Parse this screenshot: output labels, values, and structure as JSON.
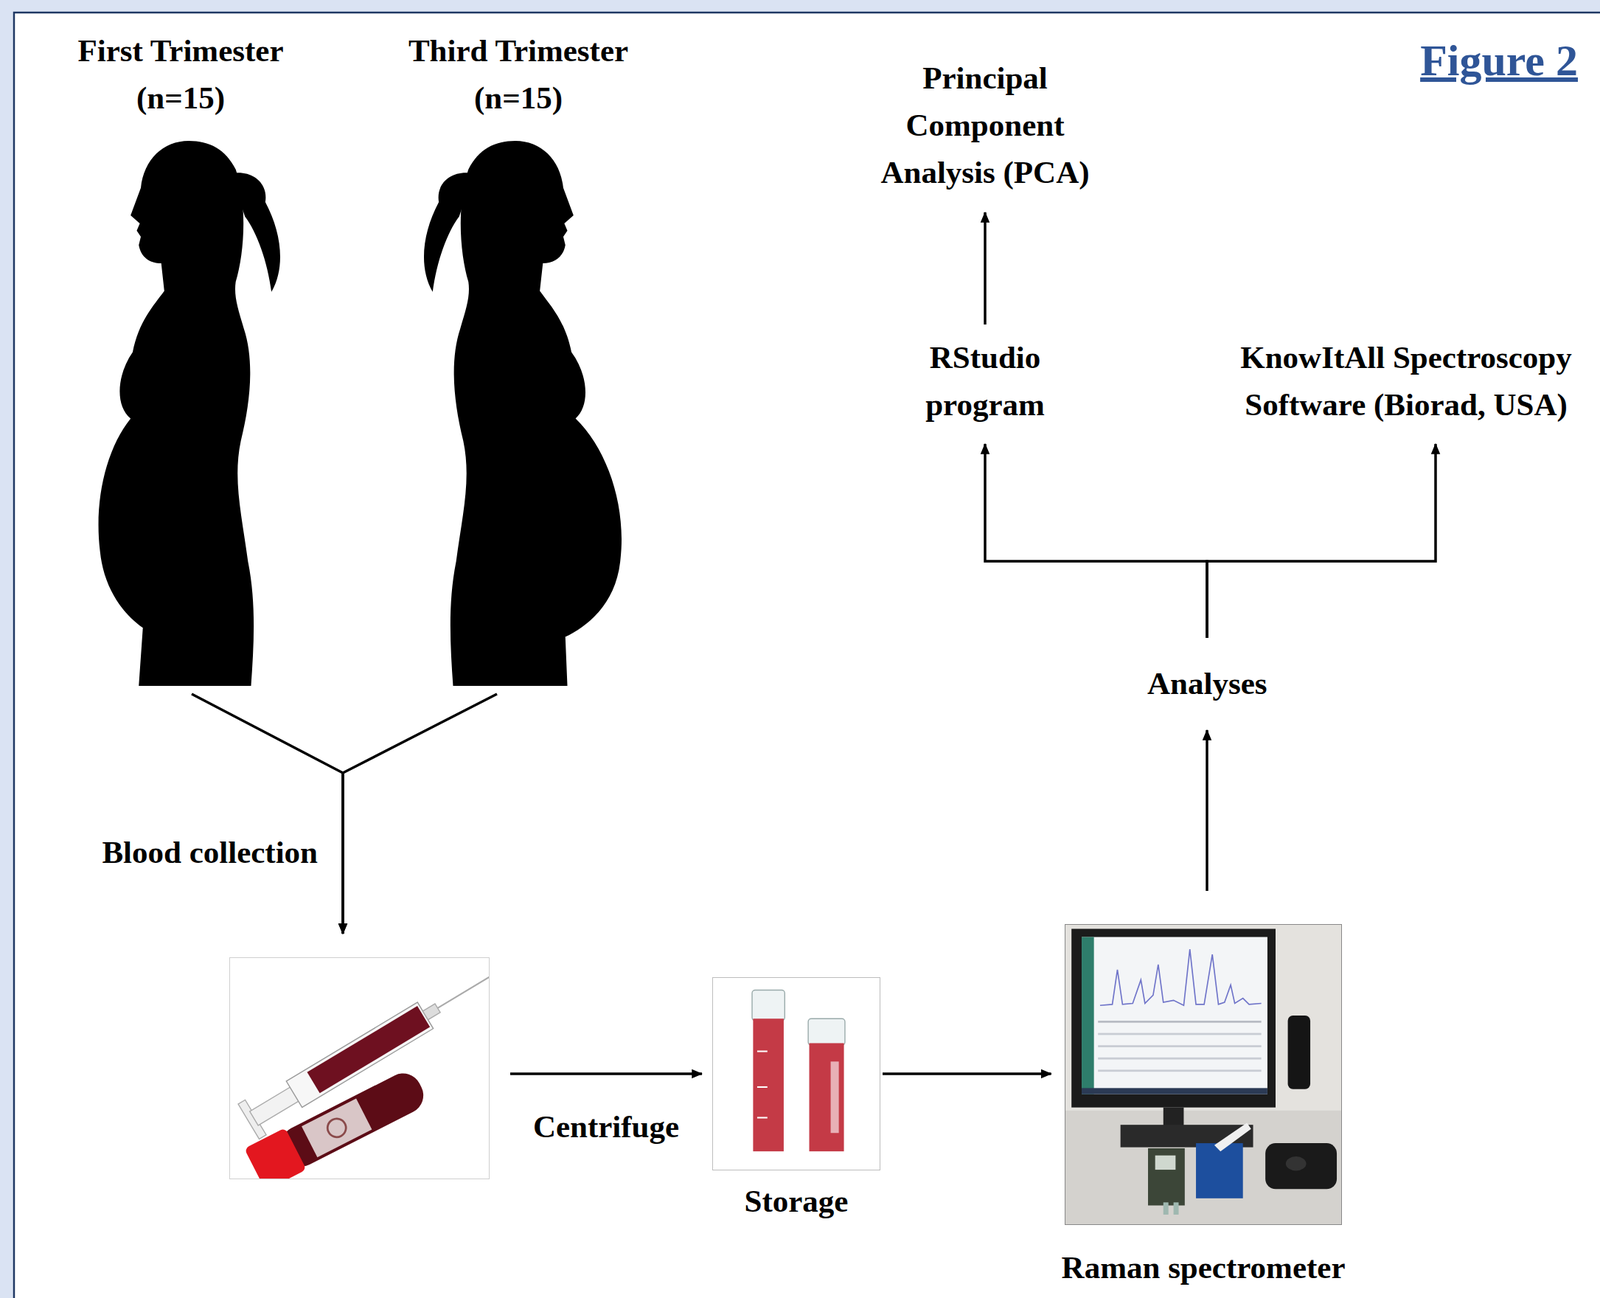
{
  "diagram": {
    "nodes": [
      {
        "text": [
          "First Trimester (n=15)"
        ]
      },
      {
        "text": [
          "Third Trimester (n=15)"
        ]
      },
      {
        "text": []
      },
      {
        "text": [
          "Storage"
        ]
      },
      {
        "text": [
          "Raman spectrometer"
        ]
      },
      {
        "text": [
          "Analyses"
        ]
      },
      {
        "text": [
          "RStudio program"
        ]
      },
      {
        "text": [
          "KnowItAll Spectroscopy Software (Biorad, USA)"
        ]
      },
      {
        "text": [
          "Principal Component Analysis (PCA)"
        ]
      }
    ],
    "edges": [
      {
        "from": 0,
        "to": 2,
        "arrow": "to",
        "label": "Blood collection"
      },
      {
        "from": 1,
        "to": 2,
        "arrow": "to"
      },
      {
        "from": 2,
        "to": 3,
        "arrow": "to",
        "label": "Centrifuge"
      },
      {
        "from": 3,
        "to": 4,
        "arrow": "to"
      },
      {
        "from": 4,
        "to": 5,
        "arrow": "to"
      },
      {
        "from": 5,
        "to": 6,
        "arrow": "to"
      },
      {
        "from": 5,
        "to": 7,
        "arrow": "to"
      },
      {
        "from": 6,
        "to": 8,
        "arrow": "to"
      }
    ],
    "labels": [
      "Figure 2"
    ]
  }
}
